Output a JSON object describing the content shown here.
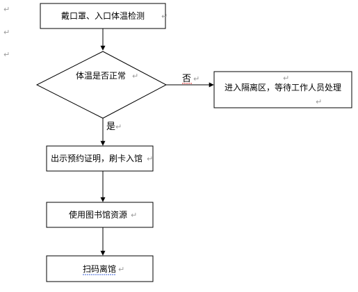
{
  "diagram": {
    "nodes": {
      "start": "戴口罩、入口体温检测",
      "decision": "体温是否正常",
      "isolate": "进入隔离区，等待工作人员处理",
      "show_proof": "出示预约证明，刷卡入馆",
      "use_library": "使用图书馆资源",
      "scan_exit": "扫码离馆"
    },
    "edges": {
      "no_label": "否",
      "yes_label": "是"
    },
    "paragraph_mark": "↵"
  }
}
